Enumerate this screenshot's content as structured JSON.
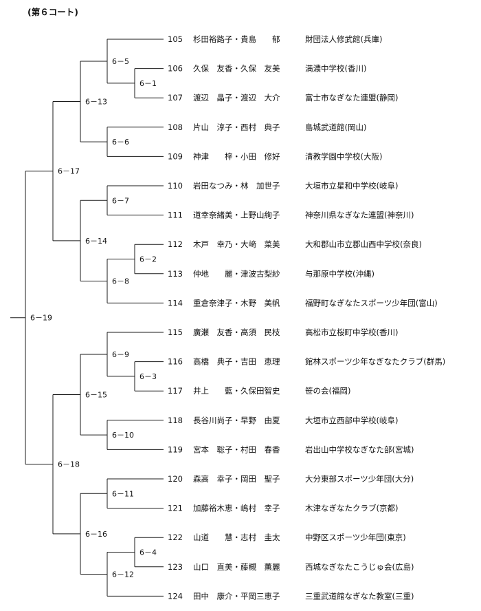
{
  "title": "(第６コート)",
  "entries": [
    {
      "num": "105",
      "names": "杉田裕路子・貴島　　郁",
      "club": "財団法人修武館(兵庫)"
    },
    {
      "num": "106",
      "names": "久保　友香・久保　友美",
      "club": "満濃中学校(香川)"
    },
    {
      "num": "107",
      "names": "渡辺　晶子・渡辺　大介",
      "club": "富士市なぎなた連盟(静岡)"
    },
    {
      "num": "108",
      "names": "片山　淳子・西村　典子",
      "club": "島城武道館(岡山)"
    },
    {
      "num": "109",
      "names": "神津　　梓・小田　修好",
      "club": "清教学園中学校(大阪)"
    },
    {
      "num": "110",
      "names": "岩田なつみ・林　加世子",
      "club": "大垣市立星和中学校(岐阜)"
    },
    {
      "num": "111",
      "names": "道幸奈緒美・上野山絢子",
      "club": "神奈川県なぎなた連盟(神奈川)"
    },
    {
      "num": "112",
      "names": "木戸　幸乃・大﨑　菜美",
      "club": "大和郡山市立郡山西中学校(奈良)"
    },
    {
      "num": "113",
      "names": "仲地　　麗・津波古梨紗",
      "club": "与那原中学校(沖縄)"
    },
    {
      "num": "114",
      "names": "重倉奈津子・木野　美帆",
      "club": "福野町なぎなたスポーツ少年団(富山)"
    },
    {
      "num": "115",
      "names": "廣瀬　友香・高須　民枝",
      "club": "高松市立桜町中学校(香川)"
    },
    {
      "num": "116",
      "names": "高橋　典子・吉田　恵理",
      "club": "館林スポーツ少年なぎなたクラブ(群馬)"
    },
    {
      "num": "117",
      "names": "井上　　藍・久保田智史",
      "club": "笹の会(福岡)"
    },
    {
      "num": "118",
      "names": "長谷川尚子・早野　由夏",
      "club": "大垣市立西部中学校(岐阜)"
    },
    {
      "num": "119",
      "names": "宮本　聡子・村田　春香",
      "club": "岩出山中学校なぎなた部(宮城)"
    },
    {
      "num": "120",
      "names": "森高　幸子・岡田　聖子",
      "club": "大分東部スポーツ少年団(大分)"
    },
    {
      "num": "121",
      "names": "加藤裕木恵・嶋村　幸子",
      "club": "木津なぎなたクラブ(京都)"
    },
    {
      "num": "122",
      "names": "山道　　慧・志村　圭太",
      "club": "中野区スポーツ少年団(東京)"
    },
    {
      "num": "123",
      "names": "山口　直美・藤槻　薫麗",
      "club": "西城なぎなたこうじゅ会(広島)"
    },
    {
      "num": "124",
      "names": "田中　康介・平岡三恵子",
      "club": "三重武道館なぎなた教室(三重)"
    }
  ],
  "matches": [
    {
      "label": "6－1",
      "a": 1,
      "b": 2
    },
    {
      "label": "6－5",
      "a": 0,
      "b": "6－1"
    },
    {
      "label": "6－6",
      "a": 3,
      "b": 4
    },
    {
      "label": "6－13",
      "a": "6－5",
      "b": "6－6"
    },
    {
      "label": "6－7",
      "a": 5,
      "b": 6
    },
    {
      "label": "6－2",
      "a": 7,
      "b": 8
    },
    {
      "label": "6－8",
      "a": "6－2",
      "b": 9
    },
    {
      "label": "6－14",
      "a": "6－7",
      "b": "6－8"
    },
    {
      "label": "6－17",
      "a": "6－13",
      "b": "6－14"
    },
    {
      "label": "6－3",
      "a": 11,
      "b": 12
    },
    {
      "label": "6－9",
      "a": 10,
      "b": "6－3"
    },
    {
      "label": "6－10",
      "a": 13,
      "b": 14
    },
    {
      "label": "6－15",
      "a": "6－9",
      "b": "6－10"
    },
    {
      "label": "6－11",
      "a": 15,
      "b": 16
    },
    {
      "label": "6－4",
      "a": 17,
      "b": 18
    },
    {
      "label": "6－12",
      "a": "6－4",
      "b": 19
    },
    {
      "label": "6－16",
      "a": "6－11",
      "b": "6－12"
    },
    {
      "label": "6－18",
      "a": "6－15",
      "b": "6－16"
    },
    {
      "label": "6－19",
      "a": "6－17",
      "b": "6－18"
    }
  ]
}
